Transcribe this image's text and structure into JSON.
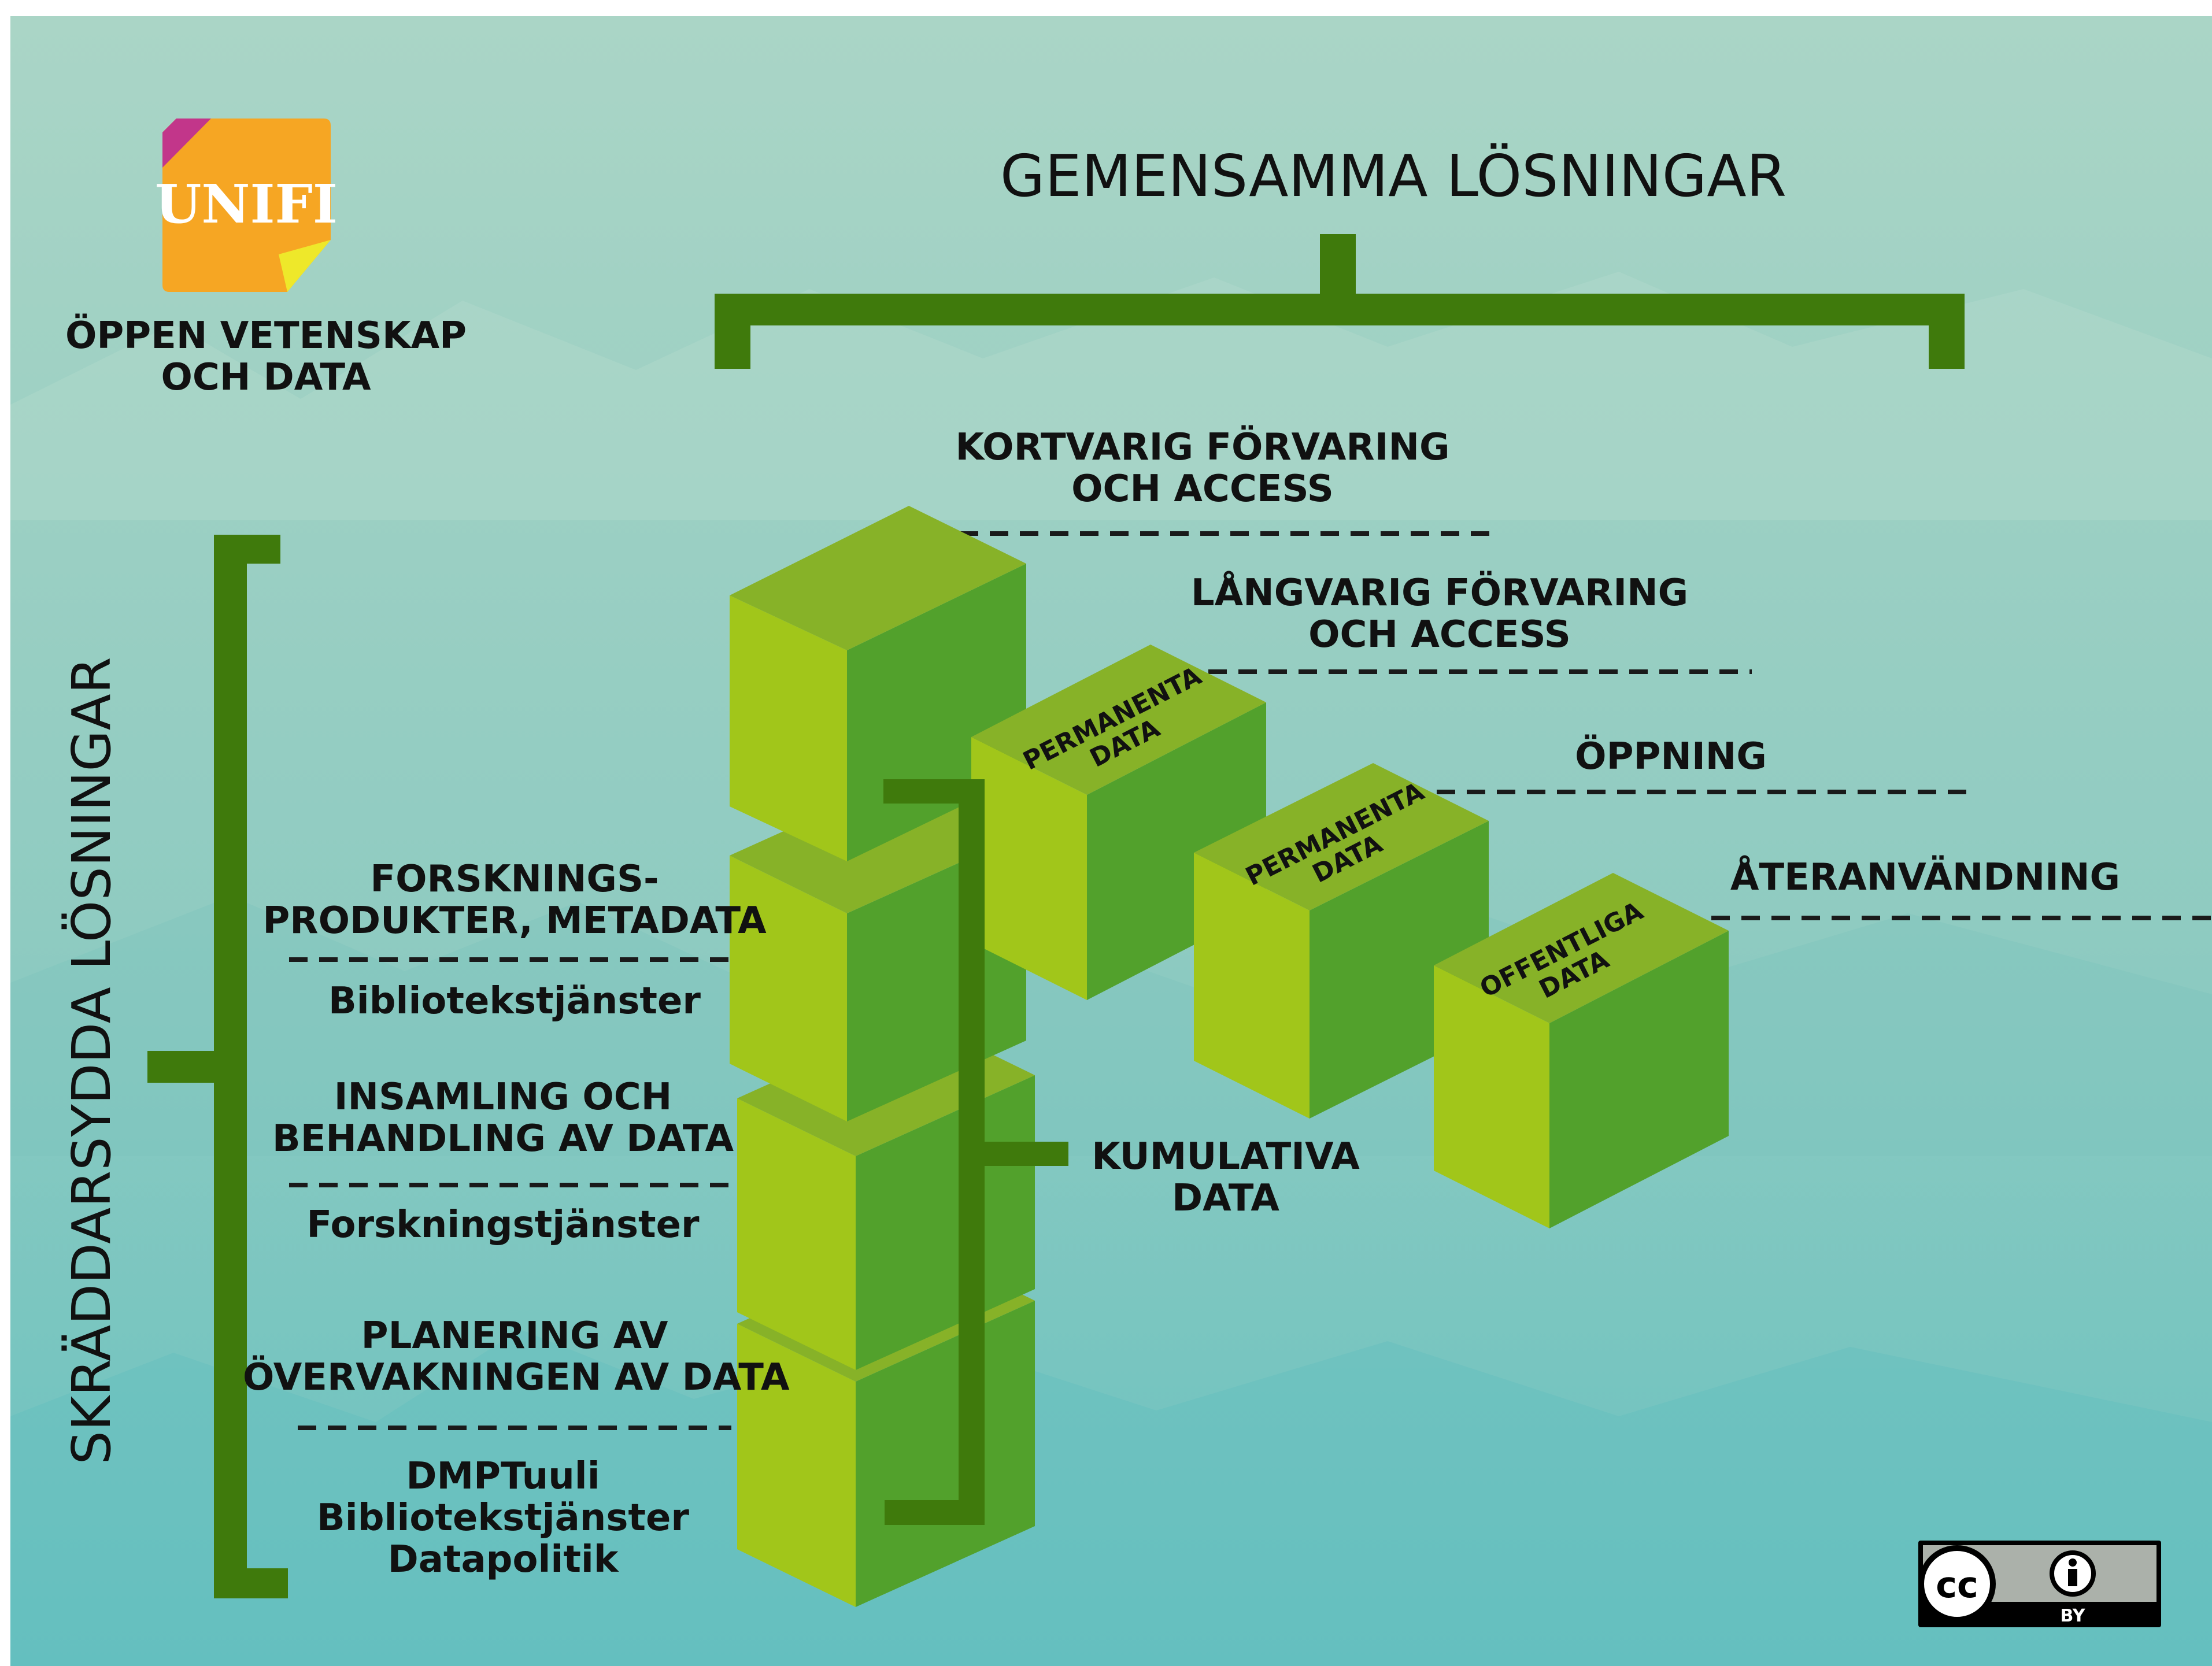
{
  "header": {
    "title": "GEMENSAMMA LÖSNINGAR",
    "logo_text": "UNIFI",
    "org_line1": "ÖPPEN VETENSKAP",
    "org_line2": "OCH DATA"
  },
  "side_title": "SKRÄDDARSYDDA LÖSNINGAR",
  "stages": [
    {
      "line1": "KORTVARIG FÖRVARING",
      "line2": "OCH ACCESS"
    },
    {
      "line1": "LÅNGVARIG FÖRVARING",
      "line2": "OCH ACCESS"
    },
    {
      "line1": "ÖPPNING"
    },
    {
      "line1": "ÅTERANVÄNDNING"
    }
  ],
  "left_stages": [
    {
      "line1": "FORSKNINGS-",
      "line2": "PRODUKTER, METADATA",
      "service1": "Bibliotekstjänster"
    },
    {
      "line1": "INSAMLING OCH",
      "line2": "BEHANDLING AV DATA",
      "service1": "Forskningstjänster"
    },
    {
      "line1": "PLANERING AV",
      "line2": "ÖVERVAKNINGEN AV DATA",
      "service1": "DMPTuuli",
      "service2": "Bibliotekstjänster",
      "service3": "Datapolitik"
    }
  ],
  "cumulative": {
    "line1": "KUMULATIVA",
    "line2": "DATA"
  },
  "cubes": [
    {
      "line1": "PERMANENTA",
      "line2": "DATA"
    },
    {
      "line1": "PERMANENTA",
      "line2": "DATA"
    },
    {
      "line1": "OFFENTLIGA",
      "line2": "DATA"
    }
  ],
  "license": {
    "cc": "cc",
    "by": "BY"
  },
  "colors": {
    "bracket": "#3f7a0c",
    "cube_front": "#a1c61a",
    "cube_side": "#52a12c",
    "cube_top": "#87b228",
    "bg_top": "#a9d4c4",
    "bg_bottom": "#6cc2c0",
    "logo_orange": "#f6a623",
    "logo_magenta": "#c2368a",
    "logo_yellow": "#eee82a"
  }
}
